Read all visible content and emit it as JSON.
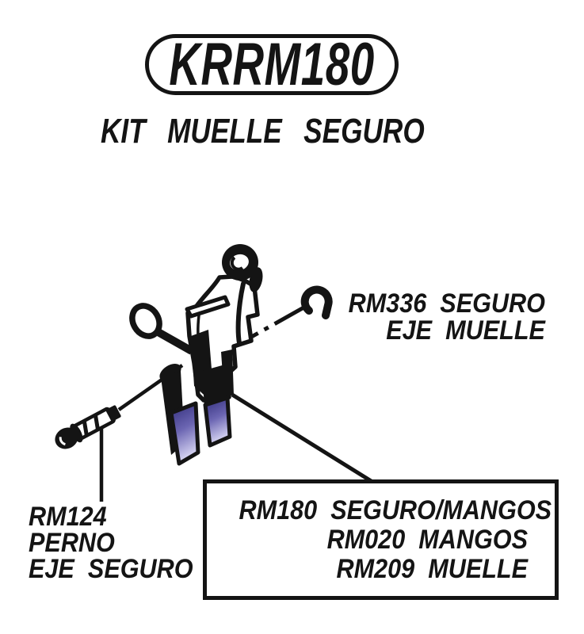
{
  "title": {
    "code": "KRRM180",
    "name": "KIT MUELLE SEGURO"
  },
  "callouts": {
    "clip_label": {
      "line1": "RM336 SEGURO",
      "line2": "EJE MUELLE"
    },
    "pin_label": {
      "line1": "RM124",
      "line2": "PERNO",
      "line3": "EJE SEGURO"
    },
    "parts_box": {
      "line1": "RM180 SEGURO/MANGOS",
      "line2": "RM020 MANGOS",
      "line3": "RM209 MUELLE"
    }
  },
  "colors": {
    "ink": "#141414",
    "paper": "#ffffff",
    "handle_dark": "#312d7a",
    "handle_mid": "#6b65b2",
    "handle_light": "#d9d7f4"
  }
}
